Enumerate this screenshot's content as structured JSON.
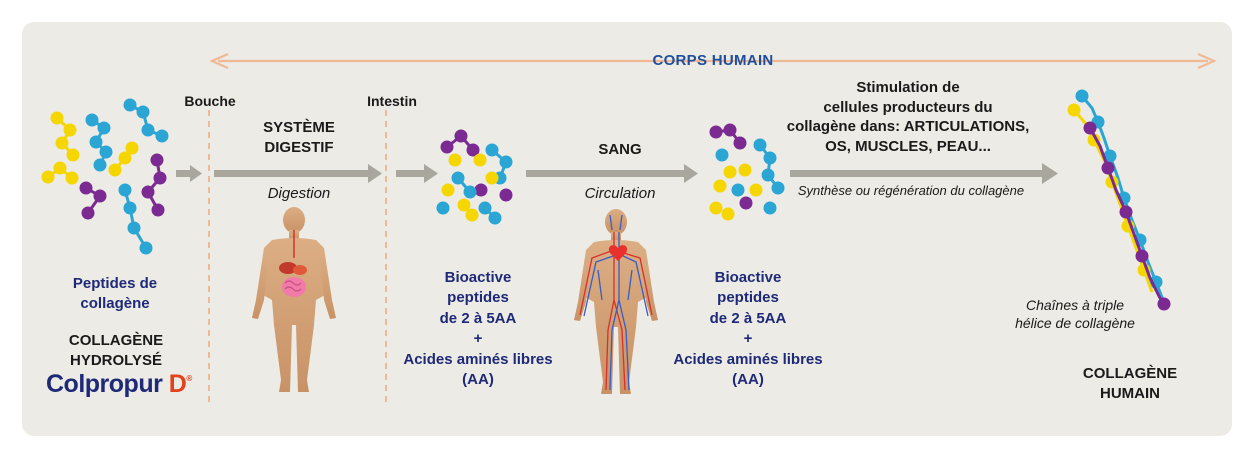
{
  "header": {
    "corps_humain": "CORPS HUMAIN"
  },
  "markers": {
    "bouche": "Bouche",
    "intestin": "Intestin"
  },
  "colors": {
    "yellow": "#f5d600",
    "cyan": "#2ba6d4",
    "purple": "#7b2a91",
    "arrow_gray": "#a9a69d",
    "top_arrow": "#f0b996",
    "navy": "#1e2a78",
    "red_d": "#e4401b",
    "body_skin": "#d7a67a"
  },
  "stage1": {
    "label_lines": [
      "Peptides de",
      "collagène"
    ],
    "product_lines": [
      "COLLAGÈNE",
      "HYDROLYSÉ"
    ],
    "brand": "Colpropur",
    "brand_mark": "D",
    "brand_reg": "®"
  },
  "stage2": {
    "title_lines": [
      "SYSTÈME",
      "DIGESTIF"
    ],
    "subtitle": "Digestion",
    "icon": "digestive-body-icon"
  },
  "stage3": {
    "lines": [
      "Bioactive",
      "peptides",
      "de 2 à 5AA",
      "+",
      "Acides aminés libres",
      "(AA)"
    ]
  },
  "stage4": {
    "title": "SANG",
    "subtitle": "Circulation",
    "icon": "circulatory-body-icon"
  },
  "stage5": {
    "lines": [
      "Bioactive",
      "peptides",
      "de 2 à 5AA",
      "+",
      "Acides aminés libres",
      "(AA)"
    ]
  },
  "stage6": {
    "title_lines": [
      "Stimulation de",
      "cellules producteurs du",
      "collagène dans: ARTICULATIONS,",
      "OS, MUSCLES, PEAU..."
    ],
    "subtitle": "Synthèse ou régénération du collagène"
  },
  "stage7": {
    "caption_lines": [
      "Chaînes à triple",
      "hélice de collagène"
    ],
    "result_lines": [
      "COLLAGÈNE",
      "HUMAIN"
    ]
  }
}
